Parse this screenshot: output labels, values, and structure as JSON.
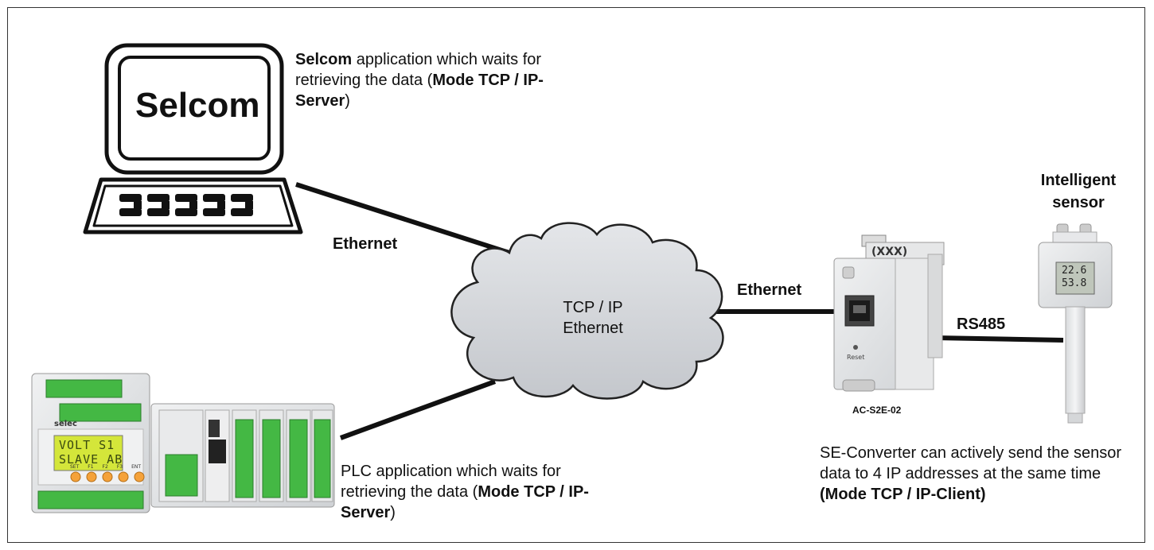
{
  "laptop": {
    "screen_text": "Selcom",
    "description_bold_1": "Selcom",
    "description_1": " application which waits for retrieving the data (",
    "description_bold_2": "Mode TCP / IP-Server",
    "description_end": ")"
  },
  "plc": {
    "lcd_line_1": "VOLT  S1",
    "lcd_line_2": "SLAVE AB",
    "brand": "selec",
    "description_1": "PLC application which waits for retrieving the data (",
    "description_bold": "Mode TCP / IP-Server",
    "description_end": ")",
    "button_labels": [
      "SET",
      "F1",
      "F2",
      "F3",
      "ENT"
    ]
  },
  "cloud": {
    "line_1": "TCP / IP",
    "line_2": "Ethernet"
  },
  "links": {
    "ethernet_left": "Ethernet",
    "ethernet_right": "Ethernet",
    "rs485": "RS485"
  },
  "converter": {
    "model": "AC-S2E-02",
    "terminal_label": "(XXX)",
    "reset_label": "Reset"
  },
  "sensor": {
    "title_line_1": "Intelligent",
    "title_line_2": "sensor",
    "display_1": "22.6",
    "display_2": "53.8"
  },
  "converter_note": {
    "text": "SE-Converter can actively send the sensor data to 4 IP addresses at the same time ",
    "bold": "(Mode TCP / IP-Client)"
  },
  "colors": {
    "cloud_fill": "#d6d8dc",
    "plc_green": "#4cc24a",
    "lcd_bg": "#d4e63a",
    "button_orange": "#f5a23a"
  }
}
